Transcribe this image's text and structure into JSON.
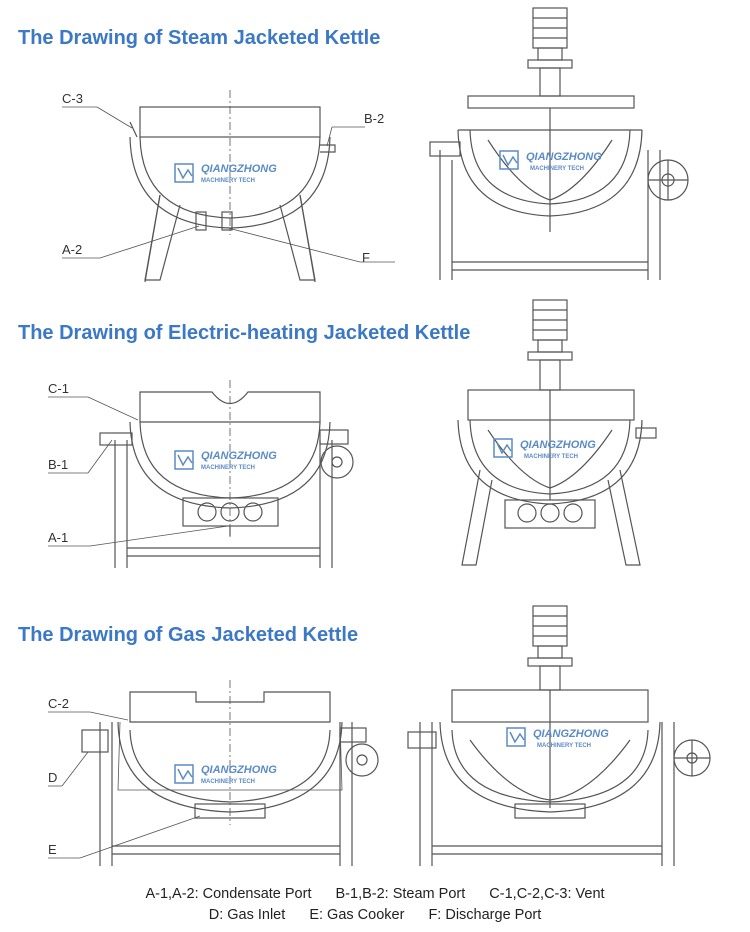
{
  "sections": [
    {
      "title": "The Drawing of Steam Jacketed Kettle"
    },
    {
      "title": "The Drawing of Electric-heating Jacketed Kettle"
    },
    {
      "title": "The Drawing of Gas Jacketed Kettle"
    }
  ],
  "callouts": {
    "c3": "C-3",
    "b2": "B-2",
    "a2": "A-2",
    "f": "F",
    "c1": "C-1",
    "b1": "B-1",
    "a1": "A-1",
    "c2": "C-2",
    "d": "D",
    "e": "E"
  },
  "watermark": {
    "brand": "QIANGZHONG",
    "sub": "MACHINERY TECH",
    "color": "#5b8bc6"
  },
  "legend": {
    "line1": [
      "A-1,A-2: Condensate Port",
      "B-1,B-2: Steam Port",
      "C-1,C-2,C-3: Vent"
    ],
    "line2": [
      "D: Gas Inlet",
      "E: Gas Cooker",
      "F: Discharge Port"
    ]
  },
  "colors": {
    "title": "#3b78c6",
    "line": "#555555"
  }
}
